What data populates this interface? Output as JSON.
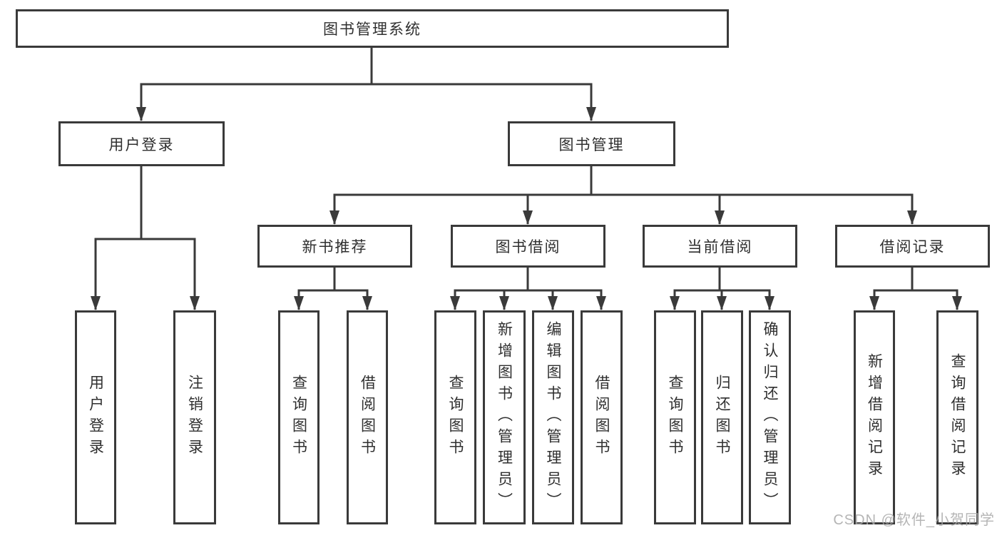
{
  "diagram": {
    "title": "图书管理系统",
    "nodes": {
      "root": {
        "label": "图书管理系统"
      },
      "level2": [
        {
          "label": "用户登录"
        },
        {
          "label": "图书管理"
        }
      ],
      "level3": [
        {
          "label": "新书推荐",
          "parent": "图书管理"
        },
        {
          "label": "图书借阅",
          "parent": "图书管理"
        },
        {
          "label": "当前借阅",
          "parent": "图书管理"
        },
        {
          "label": "借阅记录",
          "parent": "图书管理"
        }
      ],
      "leaves": [
        {
          "label": "用户登录",
          "parent": "用户登录"
        },
        {
          "label": "注销登录",
          "parent": "用户登录"
        },
        {
          "label": "查询图书",
          "parent": "新书推荐"
        },
        {
          "label": "借阅图书",
          "parent": "新书推荐"
        },
        {
          "label": "查询图书",
          "parent": "图书借阅"
        },
        {
          "label": "新增图书（管理员）",
          "parent": "图书借阅"
        },
        {
          "label": "编辑图书（管理员）",
          "parent": "图书借阅"
        },
        {
          "label": "借阅图书",
          "parent": "图书借阅"
        },
        {
          "label": "查询图书",
          "parent": "当前借阅"
        },
        {
          "label": "归还图书",
          "parent": "当前借阅"
        },
        {
          "label": "确认归还（管理员）",
          "parent": "当前借阅"
        },
        {
          "label": "新增借阅记录",
          "parent": "借阅记录"
        },
        {
          "label": "查询借阅记录",
          "parent": "借阅记录"
        }
      ]
    }
  },
  "watermark": {
    "text": "CSDN @软件_小贺同学"
  },
  "colors": {
    "line": "#3a3a3a",
    "text": "#2f2f2f",
    "watermark": "#a9a9a9",
    "background": "#ffffff"
  }
}
